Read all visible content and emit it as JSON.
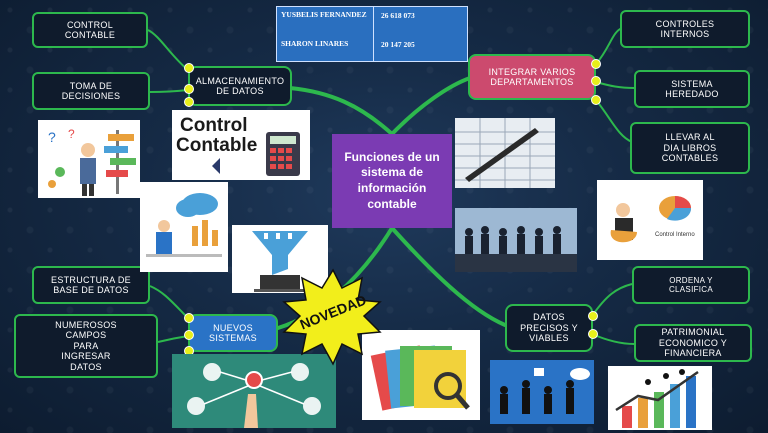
{
  "header": {
    "students": [
      {
        "name": "YUSBELIS FERNANDEZ",
        "id": "26 618 073"
      },
      {
        "name": "SHARON LINARES",
        "id": "20 147 205"
      }
    ]
  },
  "center": {
    "title": "Funciones de un sistema de información contable"
  },
  "hubs": {
    "almacenamiento": "ALMACENAMIENTO\nDE DATOS",
    "integrar": "INTEGRAR VARIOS\nDEPARTAMENTOS",
    "nuevos": "NUEVOS\nSISTEMAS",
    "datos": "DATOS\nPRECISOS Y\nVIABLES"
  },
  "leaves": {
    "control_contable": "CONTROL\nCONTABLE",
    "toma_decisiones": "TOMA DE\nDECISIONES",
    "controles_internos": "CONTROLES\nINTERNOS",
    "sistema_heredado": "SISTEMA\nHEREDADO",
    "llevar_libros": "LLEVAR AL\nDIA LIBROS\nCONTABLES",
    "estructura": "ESTRUCTURA DE\nBASE DE DATOS",
    "numerosos": "NUMEROSOS\nCAMPOS\nPARA\nINGRESAR\nDATOS",
    "ordena": "ORDENA Y\nCLASIFICA",
    "patrimonial": "PATRIMONIAL\nECONOMICO Y\nFINANCIERA"
  },
  "images": {
    "control_contable_logo": {
      "line1": "Control",
      "line2": "Contable"
    },
    "control_interno_caption": "Control Interno",
    "novedad_burst": "NOVEDAD"
  },
  "colors": {
    "branch": "#2db84d",
    "node_dot": "#e7ef1b",
    "center_fill": "#7b3bb3",
    "integrar_fill": "#cc4a6e",
    "nuevos_fill": "#2a73c6",
    "background": "#152a45"
  }
}
